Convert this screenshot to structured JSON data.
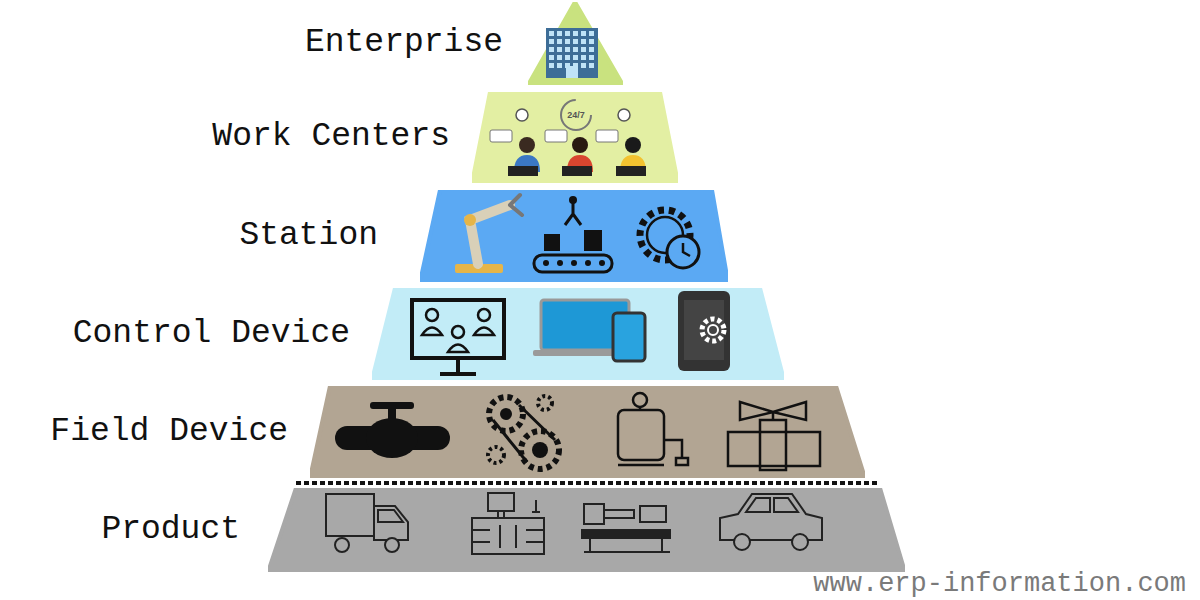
{
  "diagram": {
    "nodes": [
      {
        "text": [
          "Enterprise"
        ]
      },
      {
        "text": [
          "Work Centers"
        ]
      },
      {
        "text": [
          "Station"
        ]
      },
      {
        "text": [
          "Control Device"
        ]
      },
      {
        "text": [
          "Field Device"
        ]
      },
      {
        "text": [
          "Product"
        ]
      }
    ],
    "labels": [
      "24/7",
      "www.erp-information.com"
    ]
  }
}
